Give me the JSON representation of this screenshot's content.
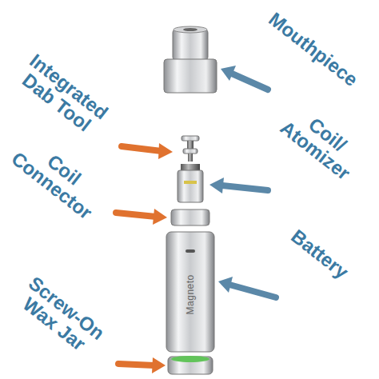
{
  "diagram": {
    "labels": [
      "Mouthpiece",
      "Integrated Dab Tool",
      "Coil/ Atomizer",
      "Coil Connector",
      "Magneto",
      "Battery",
      "Screw-On Wax Jar"
    ]
  }
}
